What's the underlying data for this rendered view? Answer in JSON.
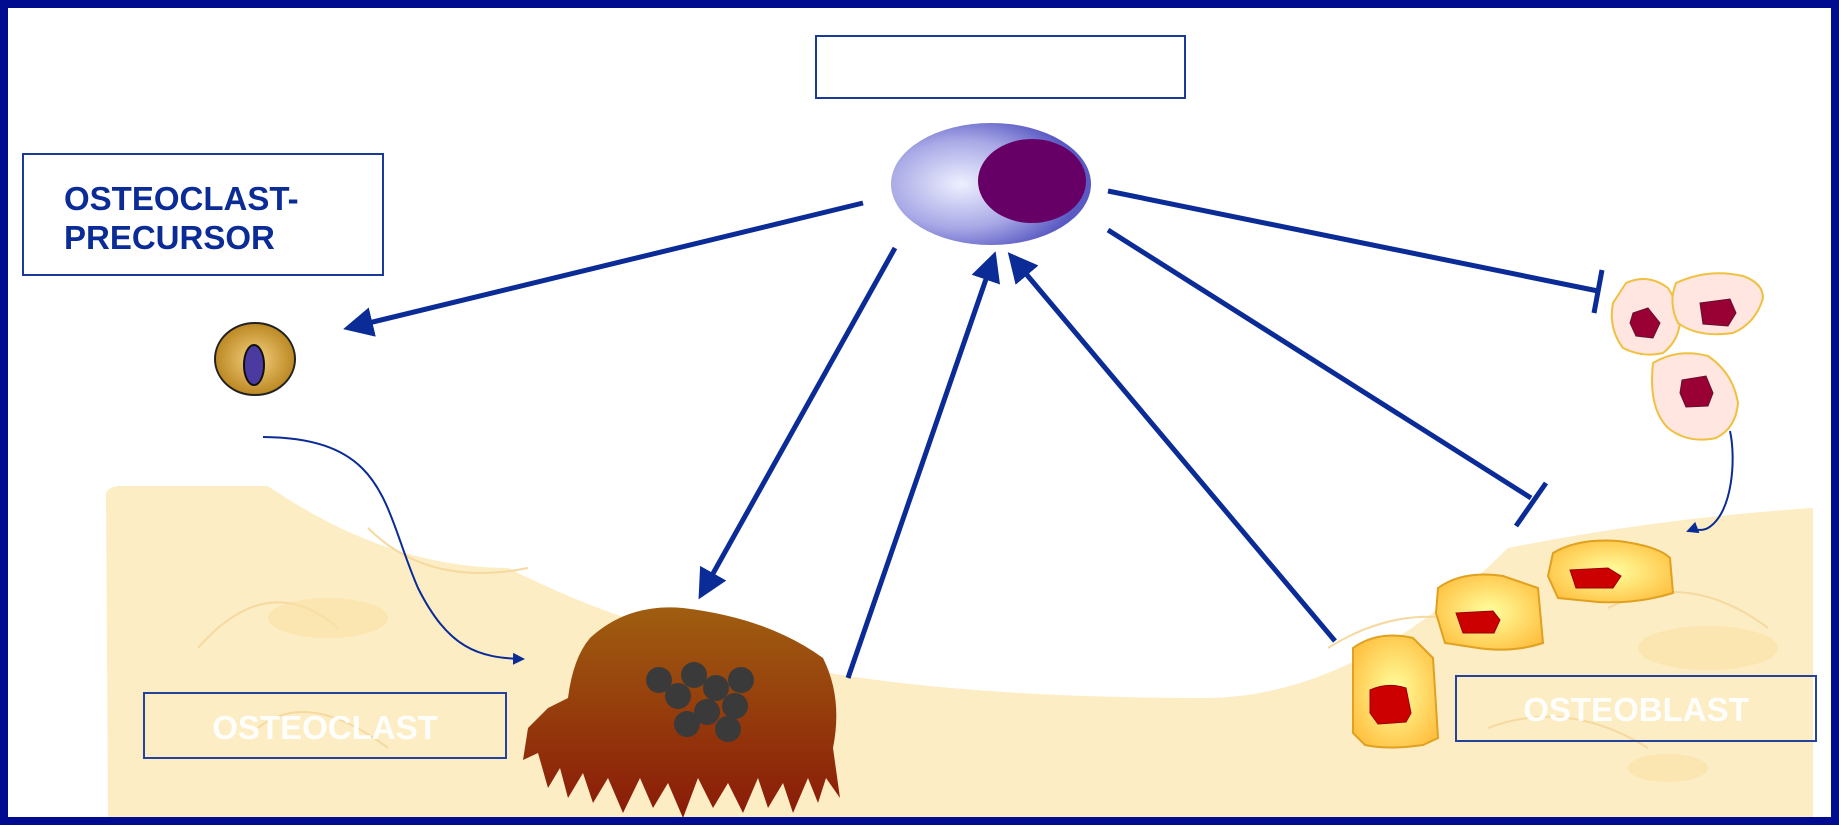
{
  "labels": {
    "precursor_line1": "OSTEOCLAST-",
    "precursor_line2": "PRECURSOR",
    "osteoclast": "OSTEOCLAST",
    "osteoblast": "OSTEOBLAST",
    "top_box": ""
  },
  "colors": {
    "frame": "#000C8F",
    "arrow": "#0B2C96",
    "bone": "#FDE9B8",
    "osteoclast_body": "#9A3A10",
    "osteoclast_nuclei": "#3A3A3A",
    "central_nucleus": "#660066",
    "osteoblast_nucleus": "#CC0000",
    "lining_cell_nucleus": "#990033",
    "precursor_cell": "#D9A020"
  },
  "icons": [
    "central-cell-icon",
    "precursor-cell-icon",
    "osteoclast-cell-icon",
    "osteoblast-cell-icon",
    "lining-cell-icon"
  ]
}
